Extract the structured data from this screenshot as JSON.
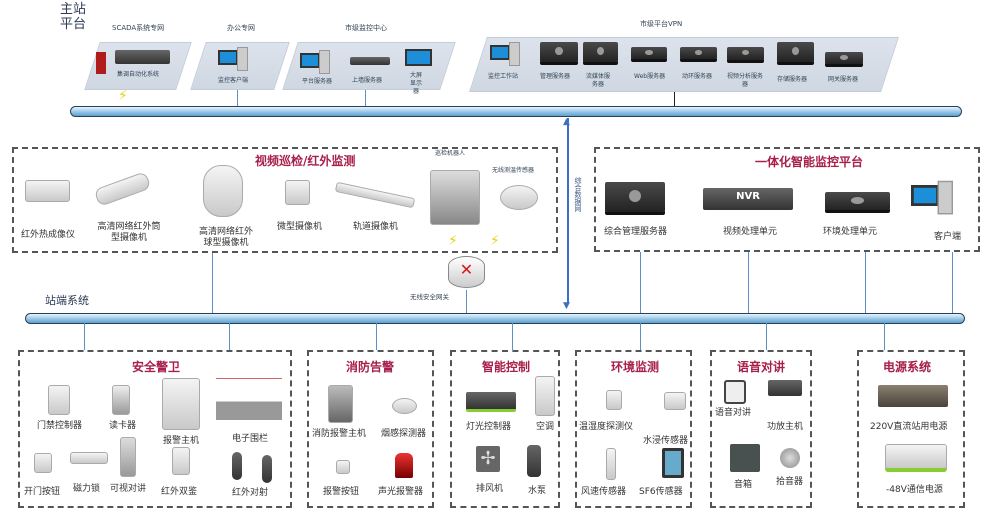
{
  "header": {
    "title_line1": "主站",
    "title_line2": "平台"
  },
  "master": {
    "scada": {
      "title": "SCADA系统专网",
      "device": "集调自动化系统"
    },
    "office": {
      "title": "办公专网",
      "device": "监控客户端"
    },
    "city_center": {
      "title": "市级监控中心",
      "devices": [
        "平台服务器",
        "上墙服务器",
        "大屏显示器"
      ]
    },
    "vpn": {
      "title": "市级平台VPN",
      "devices": [
        "监控工作站",
        "管理服务器",
        "流媒体服务器",
        "Web服务器",
        "动环服务器",
        "视频分析服务器",
        "存储服务器",
        "网关服务器"
      ]
    }
  },
  "network": {
    "label": "综合数据网",
    "gateway": "无线安全网关",
    "station_label": "站端系统"
  },
  "video": {
    "title": "视频巡检/红外监测",
    "devices": [
      "红外热成像仪",
      "高清网络红外筒型摄像机",
      "高清网络红外球型摄像机",
      "微型摄像机",
      "轨道摄像机",
      "巡检机器人",
      "无线测温传感器"
    ]
  },
  "platform": {
    "title": "一体化智能监控平台",
    "devices": [
      "综合管理服务器",
      "视频处理单元",
      "环境处理单元",
      "客户端"
    ],
    "nvr_text": "NVR"
  },
  "security": {
    "title": "安全警卫",
    "devices": [
      "门禁控制器",
      "读卡器",
      "报警主机",
      "电子围栏",
      "开门按钮",
      "磁力锁",
      "可视对讲",
      "红外双鉴",
      "红外对射"
    ]
  },
  "fire": {
    "title": "消防告警",
    "devices": [
      "消防报警主机",
      "烟感探测器",
      "报警按钮",
      "声光报警器"
    ]
  },
  "control": {
    "title": "智能控制",
    "devices": [
      "灯光控制器",
      "空调",
      "排风机",
      "水泵"
    ]
  },
  "env": {
    "title": "环境监测",
    "devices": [
      "温湿度探测仪",
      "水浸传感器",
      "风速传感器",
      "SF6传感器"
    ]
  },
  "voice": {
    "title": "语音对讲",
    "devices": [
      "语音对讲",
      "功放主机",
      "音箱",
      "拾音器"
    ]
  },
  "power": {
    "title": "电源系统",
    "devices": [
      "220V直流站用电源",
      "-48V通信电源"
    ]
  },
  "colors": {
    "title": "#a8204a",
    "bus": "#8ec2e4",
    "line": "#5b8fc6"
  }
}
